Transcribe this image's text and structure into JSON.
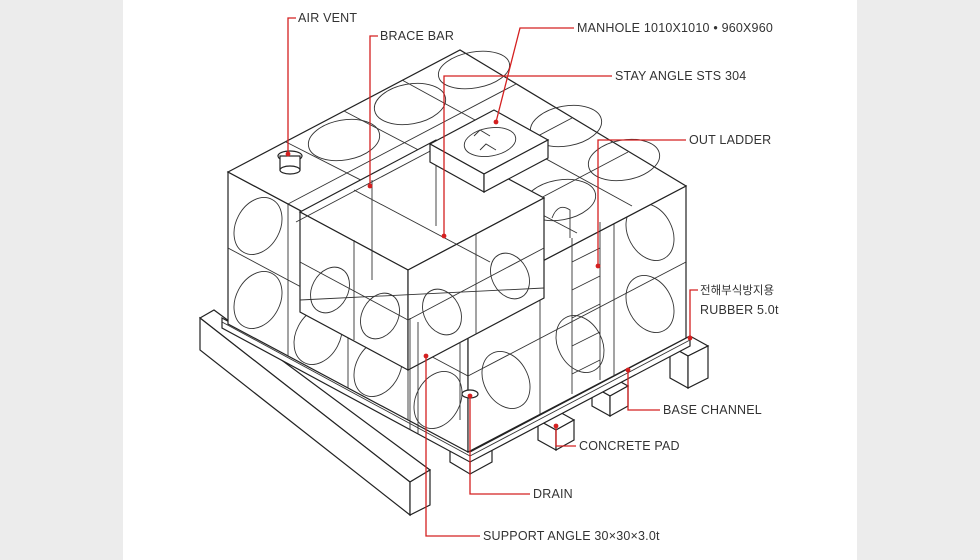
{
  "title": "",
  "colors": {
    "leader": "#d42020",
    "line": "#222222",
    "background": "#ffffff",
    "side_panels": "#ececec"
  },
  "labels": {
    "air_vent": "AIR VENT",
    "brace_bar": "BRACE BAR",
    "manhole": "MANHOLE 1010X1010 • 960X960",
    "stay_angle": "STAY ANGLE STS 304",
    "out_ladder": "OUT LADDER",
    "anticorrosion_kr": "전해부식방지용",
    "rubber": "RUBBER 5.0t",
    "base_channel": "BASE CHANNEL",
    "concrete_pad": "CONCRETE PAD",
    "drain": "DRAIN",
    "support_angle": "SUPPORT ANGLE 30×30×3.0t"
  }
}
